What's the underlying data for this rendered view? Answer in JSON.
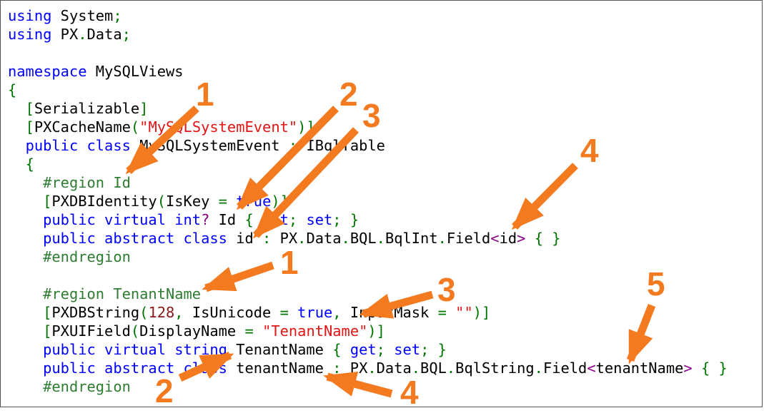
{
  "code_lines": [
    [
      [
        "kw",
        "using"
      ],
      [
        "t",
        " System"
      ],
      [
        "p",
        ";"
      ]
    ],
    [
      [
        "kw",
        "using"
      ],
      [
        "t",
        " PX"
      ],
      [
        "p",
        "."
      ],
      [
        "t",
        "Data"
      ],
      [
        "p",
        ";"
      ]
    ],
    [],
    [
      [
        "kw",
        "namespace"
      ],
      [
        "t",
        " MySQLViews"
      ]
    ],
    [
      [
        "p",
        "{"
      ]
    ],
    [
      [
        "t",
        "  "
      ],
      [
        "p",
        "["
      ],
      [
        "t",
        "Serializable"
      ],
      [
        "p",
        "]"
      ]
    ],
    [
      [
        "t",
        "  "
      ],
      [
        "p",
        "["
      ],
      [
        "t",
        "PXCacheName"
      ],
      [
        "p",
        "("
      ],
      [
        "s",
        "\"MySQLSystemEvent\""
      ],
      [
        "p",
        ")]"
      ]
    ],
    [
      [
        "t",
        "  "
      ],
      [
        "kw",
        "public class"
      ],
      [
        "t",
        " MySQLSystemEvent "
      ],
      [
        "p",
        ":"
      ],
      [
        "t",
        " IBqlTable"
      ]
    ],
    [
      [
        "t",
        "  "
      ],
      [
        "p",
        "{"
      ]
    ],
    [
      [
        "t",
        "    "
      ],
      [
        "rg",
        "#region Id"
      ]
    ],
    [
      [
        "t",
        "    "
      ],
      [
        "p",
        "["
      ],
      [
        "t",
        "PXDBIdentity"
      ],
      [
        "p",
        "("
      ],
      [
        "t",
        "IsKey "
      ],
      [
        "p",
        "="
      ],
      [
        "t",
        " "
      ],
      [
        "kw",
        "true"
      ],
      [
        "p",
        ")]"
      ]
    ],
    [
      [
        "t",
        "    "
      ],
      [
        "kw",
        "public virtual int"
      ],
      [
        "pu",
        "?"
      ],
      [
        "t",
        " Id "
      ],
      [
        "p",
        "{"
      ],
      [
        "t",
        " "
      ],
      [
        "kw",
        "get"
      ],
      [
        "p",
        ";"
      ],
      [
        "t",
        " "
      ],
      [
        "kw",
        "set"
      ],
      [
        "p",
        ";"
      ],
      [
        "t",
        " "
      ],
      [
        "p",
        "}"
      ]
    ],
    [
      [
        "t",
        "    "
      ],
      [
        "kw",
        "public abstract class"
      ],
      [
        "t",
        " id "
      ],
      [
        "p",
        ":"
      ],
      [
        "t",
        " PX"
      ],
      [
        "p",
        "."
      ],
      [
        "t",
        "Data"
      ],
      [
        "p",
        "."
      ],
      [
        "t",
        "BQL"
      ],
      [
        "p",
        "."
      ],
      [
        "t",
        "BqlInt"
      ],
      [
        "p",
        "."
      ],
      [
        "t",
        "Field"
      ],
      [
        "pu",
        "<"
      ],
      [
        "t",
        "id"
      ],
      [
        "pu",
        ">"
      ],
      [
        "t",
        " "
      ],
      [
        "p",
        "{"
      ],
      [
        "t",
        " "
      ],
      [
        "p",
        "}"
      ]
    ],
    [
      [
        "t",
        "    "
      ],
      [
        "rg",
        "#endregion"
      ]
    ],
    [],
    [
      [
        "t",
        "    "
      ],
      [
        "rg",
        "#region TenantName"
      ]
    ],
    [
      [
        "t",
        "    "
      ],
      [
        "p",
        "["
      ],
      [
        "t",
        "PXDBString"
      ],
      [
        "p",
        "("
      ],
      [
        "n",
        "128"
      ],
      [
        "p",
        ","
      ],
      [
        "t",
        " IsUnicode "
      ],
      [
        "p",
        "="
      ],
      [
        "t",
        " "
      ],
      [
        "kw",
        "true"
      ],
      [
        "p",
        ","
      ],
      [
        "t",
        " InputMask "
      ],
      [
        "p",
        "="
      ],
      [
        "t",
        " "
      ],
      [
        "s",
        "\"\""
      ],
      [
        "p",
        ")]"
      ]
    ],
    [
      [
        "t",
        "    "
      ],
      [
        "p",
        "["
      ],
      [
        "t",
        "PXUIField"
      ],
      [
        "p",
        "("
      ],
      [
        "t",
        "DisplayName "
      ],
      [
        "p",
        "="
      ],
      [
        "t",
        " "
      ],
      [
        "s",
        "\"TenantName\""
      ],
      [
        "p",
        ")]"
      ]
    ],
    [
      [
        "t",
        "    "
      ],
      [
        "kw",
        "public virtual string"
      ],
      [
        "t",
        " TenantName "
      ],
      [
        "p",
        "{"
      ],
      [
        "t",
        " "
      ],
      [
        "kw",
        "get"
      ],
      [
        "p",
        ";"
      ],
      [
        "t",
        " "
      ],
      [
        "kw",
        "set"
      ],
      [
        "p",
        ";"
      ],
      [
        "t",
        " "
      ],
      [
        "p",
        "}"
      ]
    ],
    [
      [
        "t",
        "    "
      ],
      [
        "kw",
        "public abstract class"
      ],
      [
        "t",
        " tenantName "
      ],
      [
        "p",
        ":"
      ],
      [
        "t",
        " PX"
      ],
      [
        "p",
        "."
      ],
      [
        "t",
        "Data"
      ],
      [
        "p",
        "."
      ],
      [
        "t",
        "BQL"
      ],
      [
        "p",
        "."
      ],
      [
        "t",
        "BqlString"
      ],
      [
        "p",
        "."
      ],
      [
        "t",
        "Field"
      ],
      [
        "pu",
        "<"
      ],
      [
        "t",
        "tenantName"
      ],
      [
        "pu",
        ">"
      ],
      [
        "t",
        " "
      ],
      [
        "p",
        "{"
      ],
      [
        "t",
        " "
      ],
      [
        "p",
        "}"
      ]
    ],
    [
      [
        "t",
        "    "
      ],
      [
        "rg",
        "#endregion"
      ]
    ]
  ],
  "token_colors": {
    "kw": "#0000ff",
    "t": "#000000",
    "p": "#007400",
    "s": "#e31515",
    "n": "#8b1a1a",
    "rg": "#2e7d32",
    "pu": "#8b008b"
  },
  "annotations": {
    "color": "#f47a20",
    "labels": [
      "1",
      "2",
      "3",
      "4",
      "1",
      "3",
      "5",
      "2",
      "4"
    ]
  }
}
